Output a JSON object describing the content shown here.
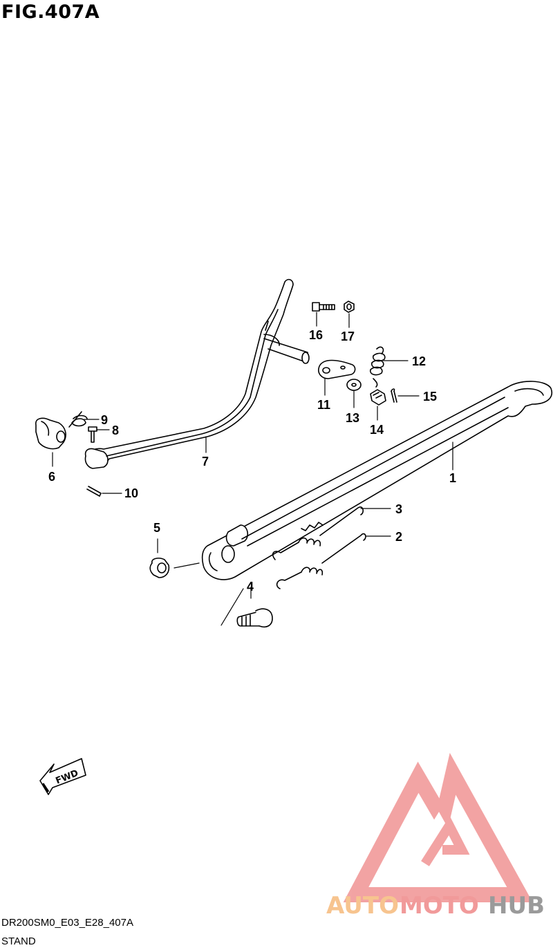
{
  "figure": {
    "title": "FIG.407A"
  },
  "footer": {
    "code": "DR200SM0_E03_E28_407A",
    "name": "STAND"
  },
  "direction_marker": {
    "text": "FWD",
    "icon": "fwd-arrow-icon"
  },
  "watermark": {
    "parts": [
      "AUTO",
      "MOTO",
      "HUB"
    ],
    "colors": {
      "auto": "#f7c48f",
      "moto": "#f19a9a",
      "hub": "#9a9a9a",
      "logo": "#f19a9a"
    }
  },
  "parts": [
    {
      "num": "1"
    },
    {
      "num": "2"
    },
    {
      "num": "3"
    },
    {
      "num": "4"
    },
    {
      "num": "5"
    },
    {
      "num": "6"
    },
    {
      "num": "7"
    },
    {
      "num": "8"
    },
    {
      "num": "9"
    },
    {
      "num": "10"
    },
    {
      "num": "11"
    },
    {
      "num": "12"
    },
    {
      "num": "13"
    },
    {
      "num": "14"
    },
    {
      "num": "15"
    },
    {
      "num": "16"
    },
    {
      "num": "17"
    }
  ]
}
